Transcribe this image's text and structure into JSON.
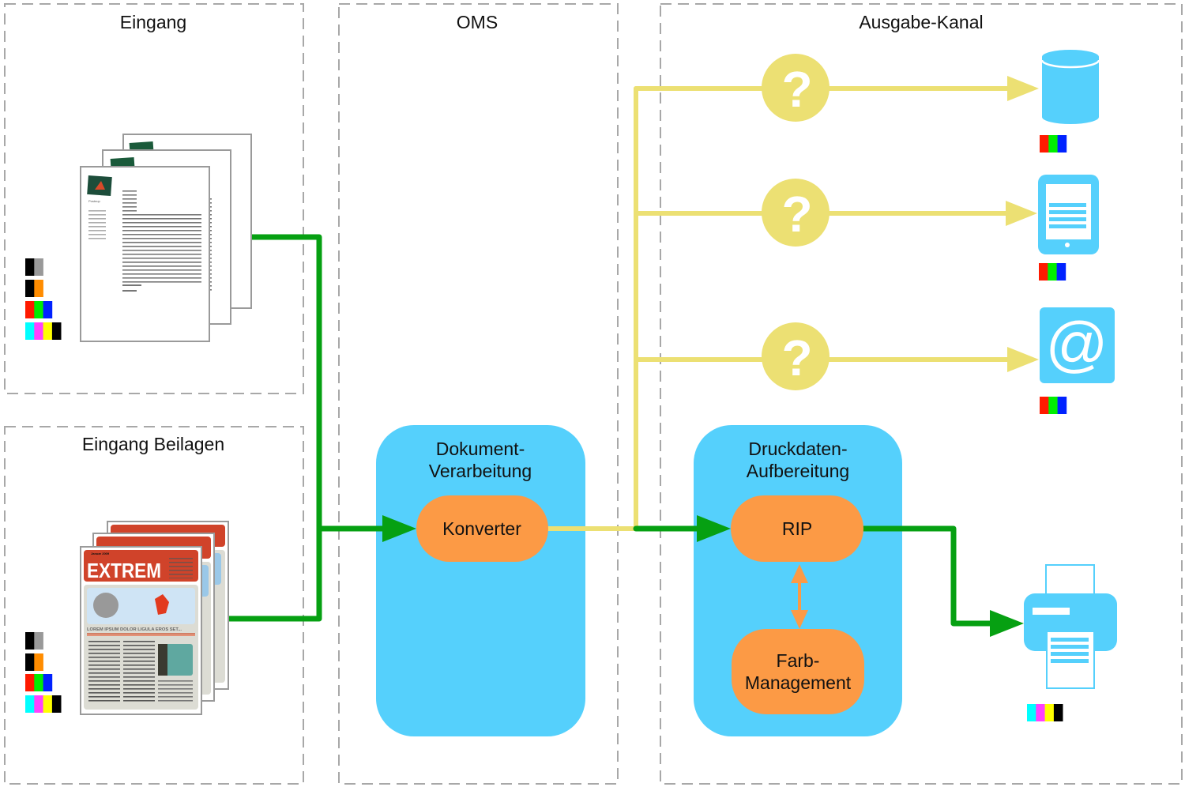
{
  "zones": [
    {
      "id": "eingang",
      "title": "Eingang"
    },
    {
      "id": "eingang-beilagen",
      "title": "Eingang Beilagen"
    },
    {
      "id": "oms",
      "title": "OMS"
    },
    {
      "id": "ausgabe-kanal",
      "title": "Ausgabe-Kanal"
    }
  ],
  "process_boxes": {
    "dokument": {
      "title_line1": "Dokument-",
      "title_line2": "Verarbeitung"
    },
    "druckdaten": {
      "title_line1": "Druckdaten-",
      "title_line2": "Aufbereitung"
    }
  },
  "nodes": {
    "konverter": "Konverter",
    "rip": "RIP",
    "farbmanagement_line1": "Farb-",
    "farbmanagement_line2": "Management"
  },
  "decision_nodes": [
    {
      "symbol": "?",
      "target": "database-icon"
    },
    {
      "symbol": "?",
      "target": "tablet-icon"
    },
    {
      "symbol": "?",
      "target": "email-icon"
    }
  ],
  "outputs": {
    "email_symbol": "@",
    "database_colorspace": "RGB",
    "tablet_colorspace": "RGB",
    "email_colorspace": "RGB",
    "printer_colorspace": "CMYK"
  },
  "input_documents": {
    "letter_heading": "Postnup",
    "brochure_masthead": "EXTREM",
    "brochure_issue": "Januar 2009",
    "brochure_headline": "LOREM IPSUM DOLOR LIGULA EROS SET..."
  },
  "color_swatches": {
    "gray": [
      "#000000",
      "#999999"
    ],
    "spot": [
      "#000000",
      "#ff8c00"
    ],
    "rgb": [
      "#ff1a00",
      "#00ee00",
      "#0022ff"
    ],
    "cmyk": [
      "#00ffff",
      "#ff40ff",
      "#ffff00",
      "#000000"
    ]
  },
  "colors": {
    "process_box": "#55d0fc",
    "node": "#fc9a45",
    "flow_green": "#06a012",
    "flow_yellow": "#ece073",
    "zone_border": "#a0a0a0",
    "icon_blue": "#55d0fc"
  }
}
